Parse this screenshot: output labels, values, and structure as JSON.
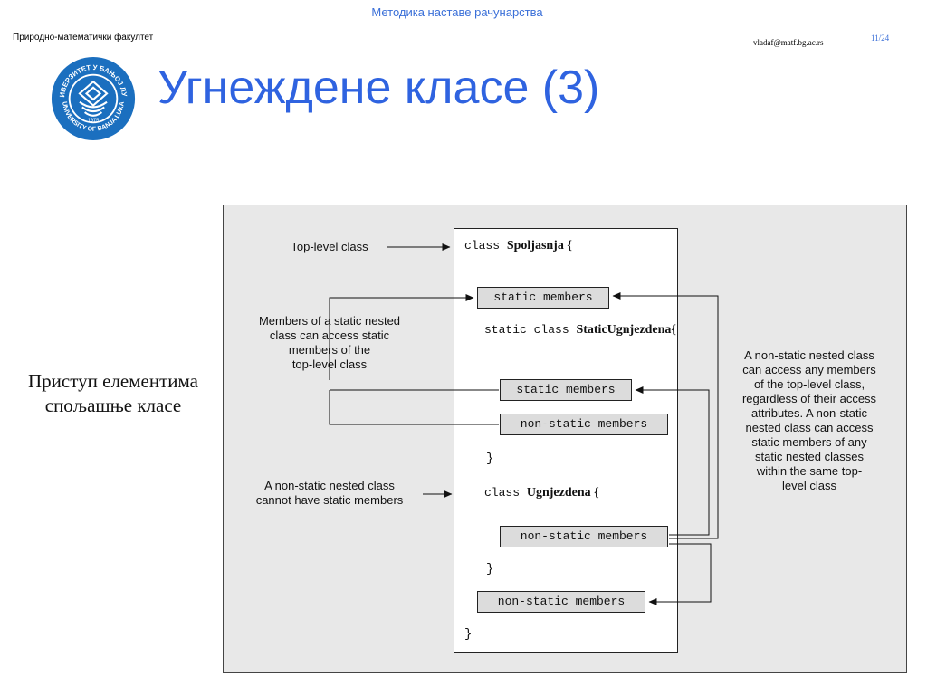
{
  "header": {
    "course_title": "Методика наставе рачунарства",
    "faculty": "Природно-математички факултет",
    "email": "vladaf@matf.bg.ac.rs",
    "page": "11/24"
  },
  "title": "Угнеждене класе (3)",
  "side_caption": {
    "line1": "Приступ елементима",
    "line2": "спољашње класе"
  },
  "logo": {
    "top_text": "УНИВЕРЗИТЕТ У БАЊОЈ ЛУЦИ",
    "bottom_text": "UNIVERSITY OF BANJA LUKA",
    "year": "1975",
    "color": "#1b6fbf"
  },
  "diagram": {
    "code": {
      "outer_kw": "class",
      "outer_name": "Spoljasnja {",
      "static_kw": "static class",
      "static_name": "StaticUgnjezdena{",
      "inner_kw": "class",
      "inner_name": "Ugnjezdena {",
      "close_brace": "}"
    },
    "boxes": {
      "outer_static": "static members",
      "nested_static": "static members",
      "nested_nonstatic": "non-static members",
      "inner_nonstatic": "non-static members",
      "outer_nonstatic": "non-static members"
    },
    "annotations": {
      "top_level": "Top-level class",
      "static_access": [
        "Members of a static nested",
        "class can access static",
        "members of the",
        "top-level class"
      ],
      "no_static": [
        "A non-static nested class",
        "cannot have static members"
      ],
      "nonstatic_access": [
        "A non-static nested class",
        "can access any members",
        "of the top-level class,",
        "regardless of their access",
        "attributes. A non-static",
        "nested class can access",
        "static members of any",
        "static nested classes",
        "within the same top-",
        "level class"
      ]
    }
  }
}
